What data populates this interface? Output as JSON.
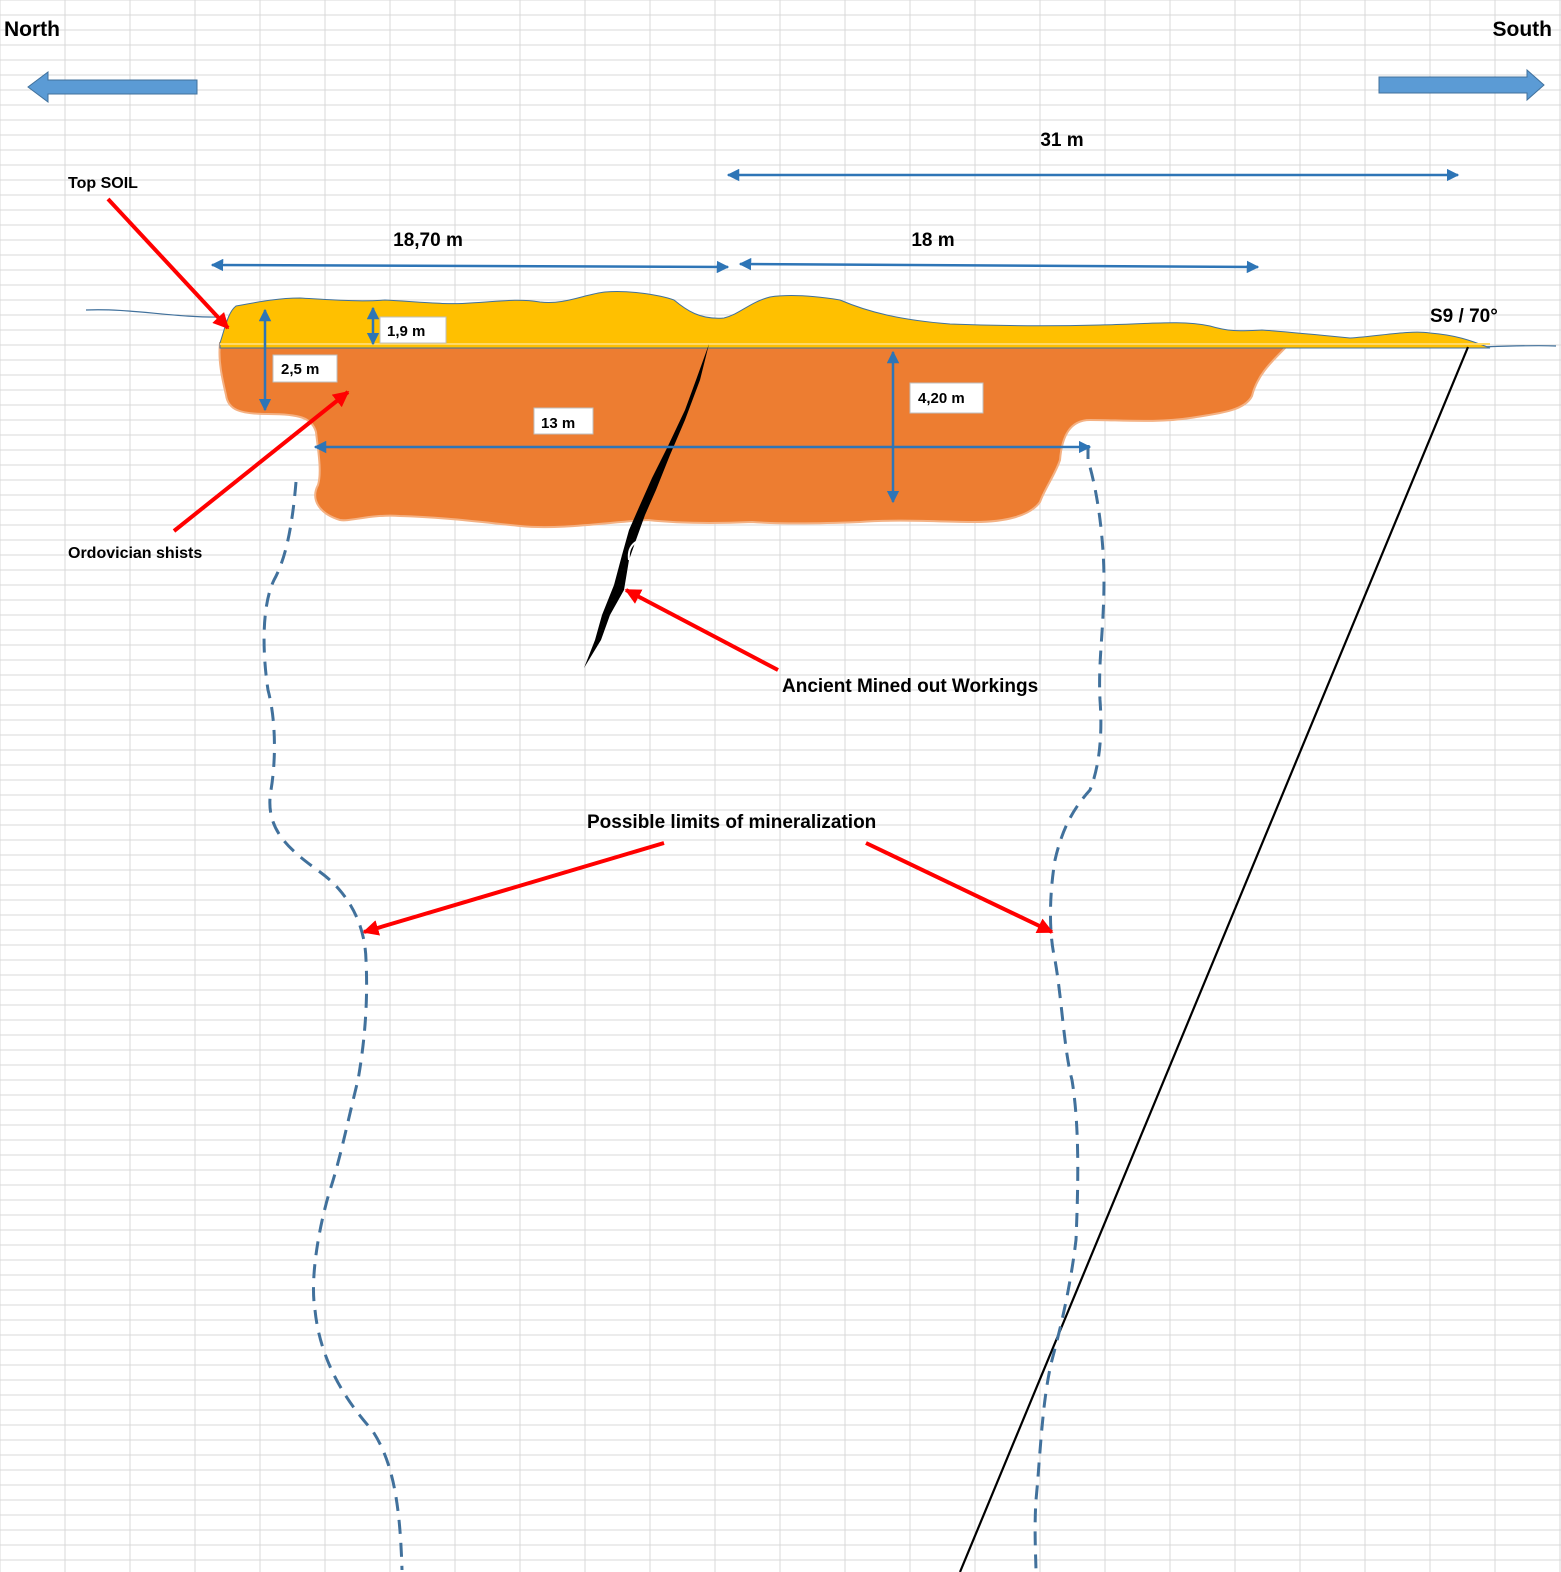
{
  "direction": {
    "left_label": "North",
    "right_label": "South"
  },
  "dimensions": {
    "d31": "31 m",
    "d1870": "18,70 m",
    "d18": "18 m",
    "d19": "1,9 m",
    "d25": "2,5 m",
    "d420": "4,20 m",
    "d13": "13 m"
  },
  "labels": {
    "top_soil": "Top SOIL",
    "ordovician": "Ordovician shists",
    "ancient": "Ancient Mined out Workings",
    "possible": "Possible limits of mineralization",
    "drillhole": "S9  / 70°"
  },
  "colors": {
    "soil": "#FFC000",
    "schist": "#ED7D31",
    "arrow_blue": "#5B9BD5",
    "dimension_blue": "#2E75B6",
    "pointer_red": "#FF0000",
    "limit_dash": "#41719C",
    "grid": "#D9D9D9"
  }
}
